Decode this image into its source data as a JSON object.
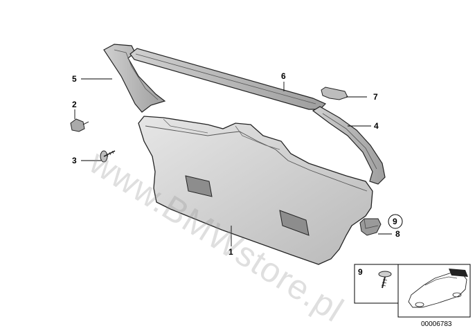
{
  "callouts": {
    "c1": "1",
    "c2": "2",
    "c3": "3",
    "c4": "4",
    "c5": "5",
    "c6": "6",
    "c7": "7",
    "c8": "8",
    "c9": "9",
    "c9_inset": "9"
  },
  "watermark": "www.BMWstore.pl",
  "diagram_number": "00006783"
}
